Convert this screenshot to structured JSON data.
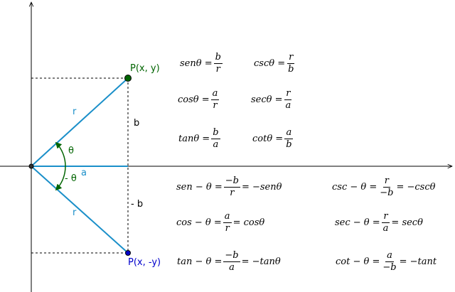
{
  "points": {
    "p_upper": "P(x, y)",
    "p_lower": "P(x, -y)"
  },
  "labels": {
    "r_upper": "r",
    "r_lower": "r",
    "theta": "θ",
    "neg_theta": "- θ",
    "a": "a",
    "b": "b",
    "neg_b": "- b"
  },
  "colors": {
    "axis": "#000000",
    "segment": "#1a8fc9",
    "point_upper": "#006400",
    "point_lower": "#0000cc",
    "angle_arrow": "#006400"
  },
  "formulas_positive": [
    {
      "lhs": "senθ =",
      "num": "b",
      "den": "r",
      "rhs": ""
    },
    {
      "lhs": "cscθ =",
      "num": "r",
      "den": "b",
      "rhs": ""
    },
    {
      "lhs": "cosθ =",
      "num": "a",
      "den": "r",
      "rhs": ""
    },
    {
      "lhs": "secθ =",
      "num": "r",
      "den": "a",
      "rhs": ""
    },
    {
      "lhs": "tanθ =",
      "num": "b",
      "den": "a",
      "rhs": ""
    },
    {
      "lhs": "cotθ =",
      "num": "a",
      "den": "b",
      "rhs": ""
    }
  ],
  "formulas_negative": [
    {
      "lhs": "sen − θ =",
      "num": "−b",
      "den": "r",
      "rhs": "= −senθ"
    },
    {
      "lhs": "csc − θ =",
      "num": "r",
      "den": "−b",
      "rhs": "= −cscθ"
    },
    {
      "lhs": "cos − θ =",
      "num": "a",
      "den": "r",
      "rhs": "= cosθ"
    },
    {
      "lhs": "sec − θ =",
      "num": "r",
      "den": "a",
      "rhs": "= secθ"
    },
    {
      "lhs": "tan − θ =",
      "num": "−b",
      "den": "a",
      "rhs": "= −tanθ"
    },
    {
      "lhs": "cot − θ =",
      "num": "a",
      "den": "−b",
      "rhs": "= −tant"
    }
  ]
}
